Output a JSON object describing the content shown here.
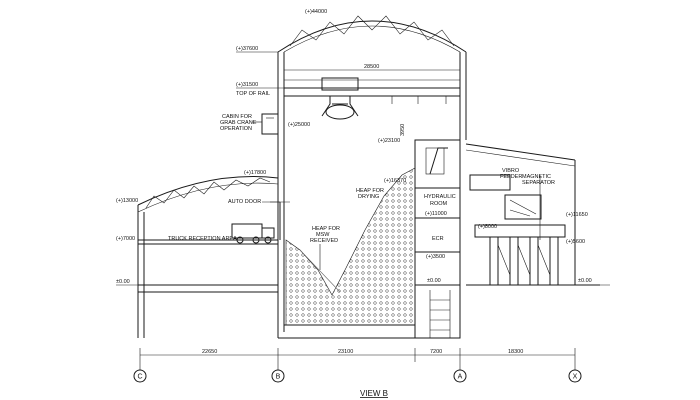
{
  "title": "VIEW B",
  "levels": {
    "l44000": "(+)44000",
    "l37600": "(+)37600",
    "l31500": "(+)31500",
    "top_of_rail": "TOP OF RAIL",
    "l25000": "(+)25000",
    "l23100": "(+)23100",
    "l17800": "(+)17800",
    "l16370": "(+)16370",
    "l13000": "(+)13000",
    "l11000": "(+)11000",
    "l11650": "(+)11650",
    "l8000": "(+)8000",
    "l7000": "(+)7000",
    "l5600": "(+)5600",
    "l3500": "(+)3500",
    "zero_left": "±0.00",
    "zero_mid": "±0.00",
    "zero_right": "±0.00"
  },
  "labels": {
    "cabin_line1": "CABIN FOR",
    "cabin_line2": "GRAB CRANE",
    "cabin_line3": "OPERATION",
    "auto_door": "AUTO DOOR",
    "truck_area": "TRUCK RECEPTION AREA",
    "heap_received_1": "HEAP FOR",
    "heap_received_2": "MSW",
    "heap_received_3": "RECEIVED",
    "heap_drying_1": "HEAP FOR",
    "heap_drying_2": "DRYING",
    "hydraulic_1": "HYDRAULIC",
    "hydraulic_2": "ROOM",
    "ecr": "ECR",
    "vibro_1": "VIBRO",
    "vibro_2": "FEEDER",
    "magnetic_1": "MAGNETIC",
    "magnetic_2": "SEPARATOR",
    "rail_height": "3950"
  },
  "dimensions": {
    "span_top": "28500",
    "d1": "22650",
    "d2": "23100",
    "d3": "7200",
    "d4": "18300"
  },
  "grid_axes": [
    "C",
    "B",
    "A",
    "X"
  ]
}
